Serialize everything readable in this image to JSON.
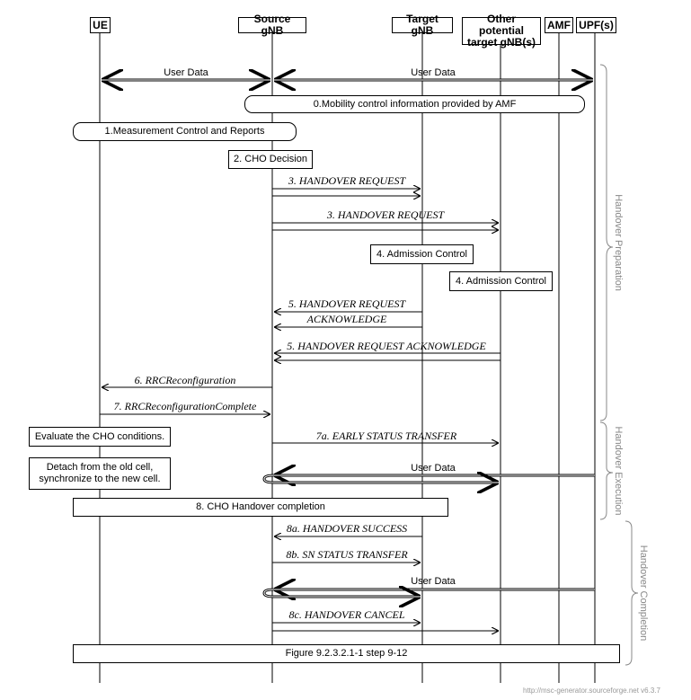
{
  "entities": {
    "ue": "UE",
    "source_gnb": "Source gNB",
    "target_gnb": "Target gNB",
    "other_gnb_line1": "Other potential",
    "other_gnb_line2": "target gNB(s)",
    "amf": "AMF",
    "upf": "UPF(s)"
  },
  "user_data_1": "User Data",
  "user_data_2": "User Data",
  "step0": "0.Mobility control information provided by AMF",
  "step1": "1.Measurement Control and Reports",
  "step2": "2. CHO Decision",
  "step3a": "3. HANDOVER REQUEST",
  "step3b": "3. HANDOVER REQUEST",
  "step4a": "4. Admission Control",
  "step4b": "4. Admission Control",
  "step5a_line1": "5. HANDOVER REQUEST",
  "step5a_line2": "ACKNOWLEDGE",
  "step5b": "5. HANDOVER REQUEST ACKNOWLEDGE",
  "step6": "6. RRCReconfiguration",
  "step7": "7. RRCReconfigurationComplete",
  "evaluate": "Evaluate the CHO conditions.",
  "step7a": "7a. EARLY STATUS TRANSFER",
  "detach_line1": "Detach from the old cell,",
  "detach_line2": "synchronize to the new cell.",
  "user_data_3": "User Data",
  "step8": "8. CHO Handover completion",
  "step8a": "8a. HANDOVER SUCCESS",
  "step8b": "8b. SN STATUS TRANSFER",
  "user_data_4": "User Data",
  "step8c": "8c. HANDOVER CANCEL",
  "figure_caption": "Figure 9.2.3.2.1-1 step 9-12",
  "phases": {
    "preparation": "Handover Preparation",
    "execution": "Handover Execution",
    "completion": "Handover Completion"
  },
  "watermark": "http://msc-generator.sourceforge.net v6.3.7"
}
